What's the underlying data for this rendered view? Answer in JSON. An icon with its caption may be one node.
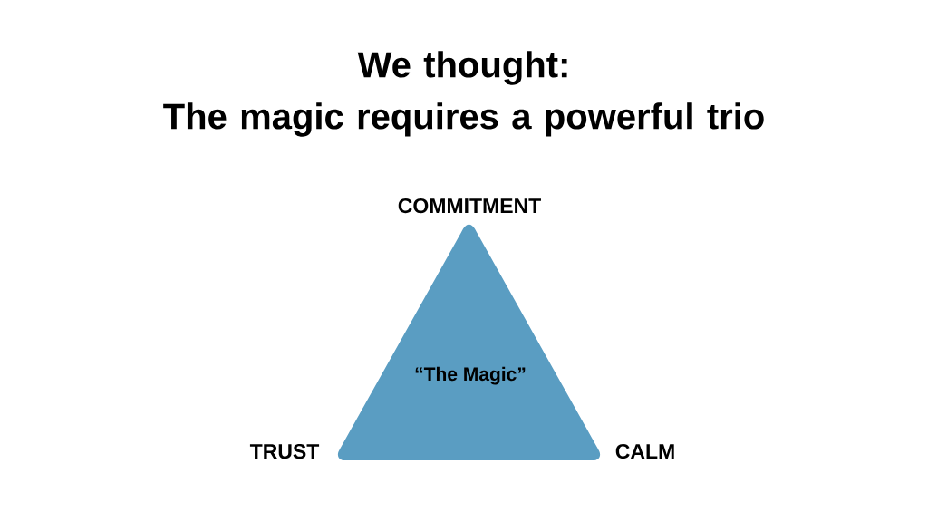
{
  "diagram": {
    "title": "We thought: The magic requires a powerful trio",
    "nodes": [
      {
        "text": [
          "“The Magic”"
        ],
        "beside": [
          "COMMITMENT",
          "TRUST",
          "CALM"
        ]
      }
    ]
  }
}
